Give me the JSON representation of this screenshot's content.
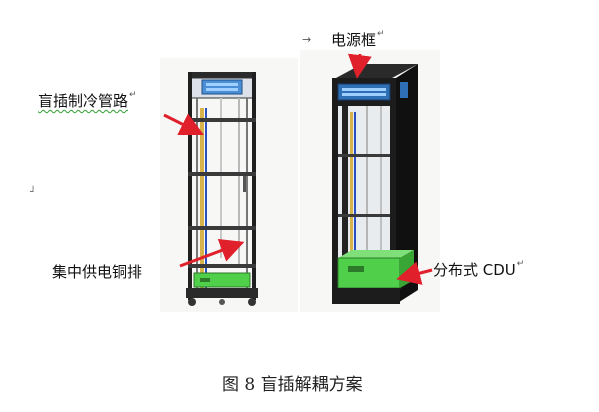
{
  "labels": {
    "blind_mate_cooling": "盲插制冷管路",
    "busbar": "集中供电铜排",
    "power_frame": "电源框",
    "cdu": "分布式 CDU"
  },
  "marks": {
    "paragraph": "↵",
    "cursor": "→",
    "left_margin": "┘"
  },
  "caption": "图 8   盲插解耦方案",
  "colors": {
    "arrow": "#e0202a",
    "rack_frame": "#1a1a1a",
    "cdu_green": "#4fcf4a",
    "power_blue": "#2f6fb5",
    "copper": "#d8b24a",
    "pipe_blue": "#2a4fbf"
  }
}
